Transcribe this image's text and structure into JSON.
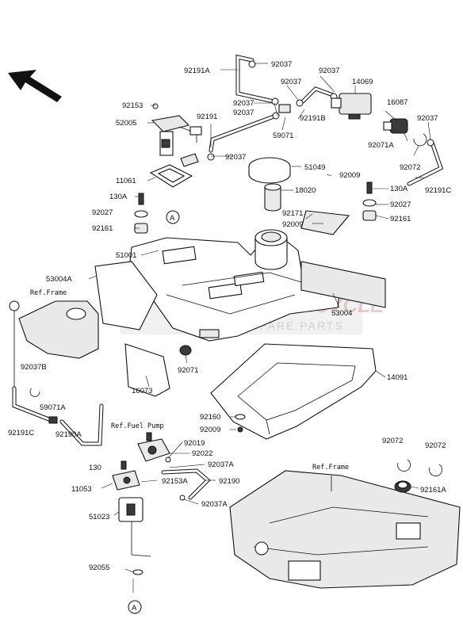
{
  "callouts": [
    {
      "id": "c92191A",
      "text": "92191A"
    },
    {
      "id": "c92037a",
      "text": "92037"
    },
    {
      "id": "c92037b",
      "text": "92037"
    },
    {
      "id": "c92037c",
      "text": "92037"
    },
    {
      "id": "c14069",
      "text": "14069"
    },
    {
      "id": "c92153",
      "text": "92153"
    },
    {
      "id": "c92037d",
      "text": "92037"
    },
    {
      "id": "c92037e",
      "text": "92037"
    },
    {
      "id": "c92191B",
      "text": "92191B"
    },
    {
      "id": "c16087",
      "text": "16087"
    },
    {
      "id": "c52005",
      "text": "52005"
    },
    {
      "id": "c92191",
      "text": "92191"
    },
    {
      "id": "c59071",
      "text": "59071"
    },
    {
      "id": "c92037f",
      "text": "92037"
    },
    {
      "id": "c92071A",
      "text": "92071A"
    },
    {
      "id": "c92037g",
      "text": "92037"
    },
    {
      "id": "c51049",
      "text": "51049"
    },
    {
      "id": "c92072a",
      "text": "92072"
    },
    {
      "id": "c11061",
      "text": "11061"
    },
    {
      "id": "c92009a",
      "text": "92009"
    },
    {
      "id": "c92191C",
      "text": "92191C"
    },
    {
      "id": "c130Aa",
      "text": "130A"
    },
    {
      "id": "c18020",
      "text": "18020"
    },
    {
      "id": "c130Ab",
      "text": "130A"
    },
    {
      "id": "c92027a",
      "text": "92027"
    },
    {
      "id": "c92027b",
      "text": "92027"
    },
    {
      "id": "c92171",
      "text": "92171"
    },
    {
      "id": "c92161a",
      "text": "92161"
    },
    {
      "id": "c92009b",
      "text": "92009"
    },
    {
      "id": "c92161b",
      "text": "92161"
    },
    {
      "id": "c51001",
      "text": "51001"
    },
    {
      "id": "c53004A",
      "text": "53004A"
    },
    {
      "id": "c53004",
      "text": "53004"
    },
    {
      "id": "c92037B",
      "text": "92037B"
    },
    {
      "id": "c92071",
      "text": "92071"
    },
    {
      "id": "c14091",
      "text": "14091"
    },
    {
      "id": "c59071A",
      "text": "59071A"
    },
    {
      "id": "c16073",
      "text": "16073"
    },
    {
      "id": "c92191Cb",
      "text": "92191C"
    },
    {
      "id": "c92190A",
      "text": "92190A"
    },
    {
      "id": "c92160",
      "text": "92160"
    },
    {
      "id": "c92009c",
      "text": "92009"
    },
    {
      "id": "c92019",
      "text": "92019"
    },
    {
      "id": "c92022",
      "text": "92022"
    },
    {
      "id": "c92072b",
      "text": "92072"
    },
    {
      "id": "c92072c",
      "text": "92072"
    },
    {
      "id": "c130",
      "text": "130"
    },
    {
      "id": "c92037Aa",
      "text": "92037A"
    },
    {
      "id": "c11053",
      "text": "11053"
    },
    {
      "id": "c92153A",
      "text": "92153A"
    },
    {
      "id": "c92190",
      "text": "92190"
    },
    {
      "id": "c92161A",
      "text": "92161A"
    },
    {
      "id": "c92037Ab",
      "text": "92037A"
    },
    {
      "id": "c51023",
      "text": "51023"
    },
    {
      "id": "c92055",
      "text": "92055"
    }
  ],
  "references": {
    "frame_top": "Ref.Frame",
    "fuel_pump": "Ref.Fuel Pump",
    "frame_bottom": "Ref.Frame"
  },
  "markers": {
    "a_top": "A",
    "a_bottom": "A"
  },
  "watermark": {
    "brand": "MOTORCYCLE",
    "sub": "SPARE PARTS"
  }
}
